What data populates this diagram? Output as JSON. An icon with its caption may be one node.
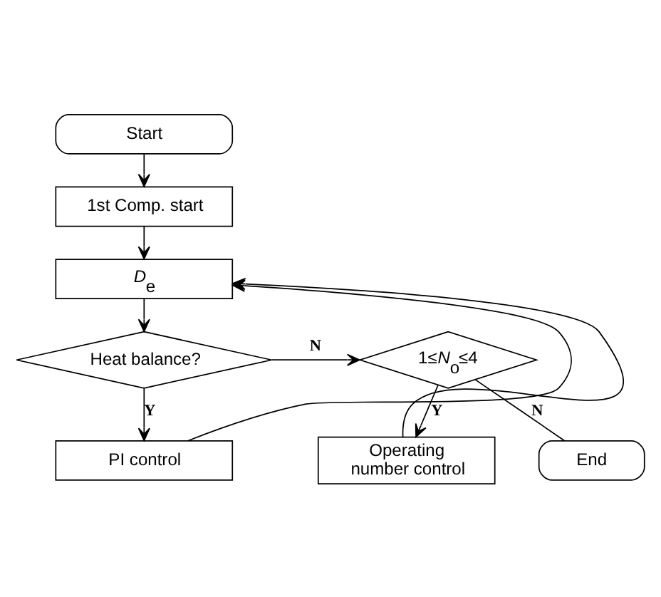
{
  "diagram": {
    "nodes": [
      {
        "text": [
          "Start"
        ]
      },
      {
        "text": [
          "1st Comp. start"
        ]
      },
      {
        "text": [
          "*D*$_{e}$"
        ]
      },
      {
        "text": [
          "Heat balance?"
        ]
      },
      {
        "text": [
          "1≤*N*$_{o}$≤4"
        ]
      },
      {
        "text": [
          "PI control"
        ]
      },
      {
        "text": [
          "Operating number control"
        ]
      },
      {
        "text": [
          "End"
        ]
      }
    ],
    "edges": [
      {
        "from": 0,
        "to": 1,
        "arrow": "to"
      },
      {
        "from": 1,
        "to": 2,
        "arrow": "to"
      },
      {
        "from": 2,
        "to": 3,
        "arrow": "to"
      },
      {
        "from": 3,
        "to": 4,
        "arrow": "to",
        "label": "N"
      },
      {
        "from": 3,
        "to": 5,
        "arrow": "to",
        "label": "Y"
      },
      {
        "from": 4,
        "to": 6,
        "arrow": "to",
        "label": "Y"
      },
      {
        "from": 4,
        "to": 7,
        "arrow": "none",
        "label": "N"
      },
      {
        "from": 5,
        "to": 2,
        "arrow": "to"
      },
      {
        "from": 6,
        "to": 2,
        "arrow": "to"
      }
    ]
  }
}
